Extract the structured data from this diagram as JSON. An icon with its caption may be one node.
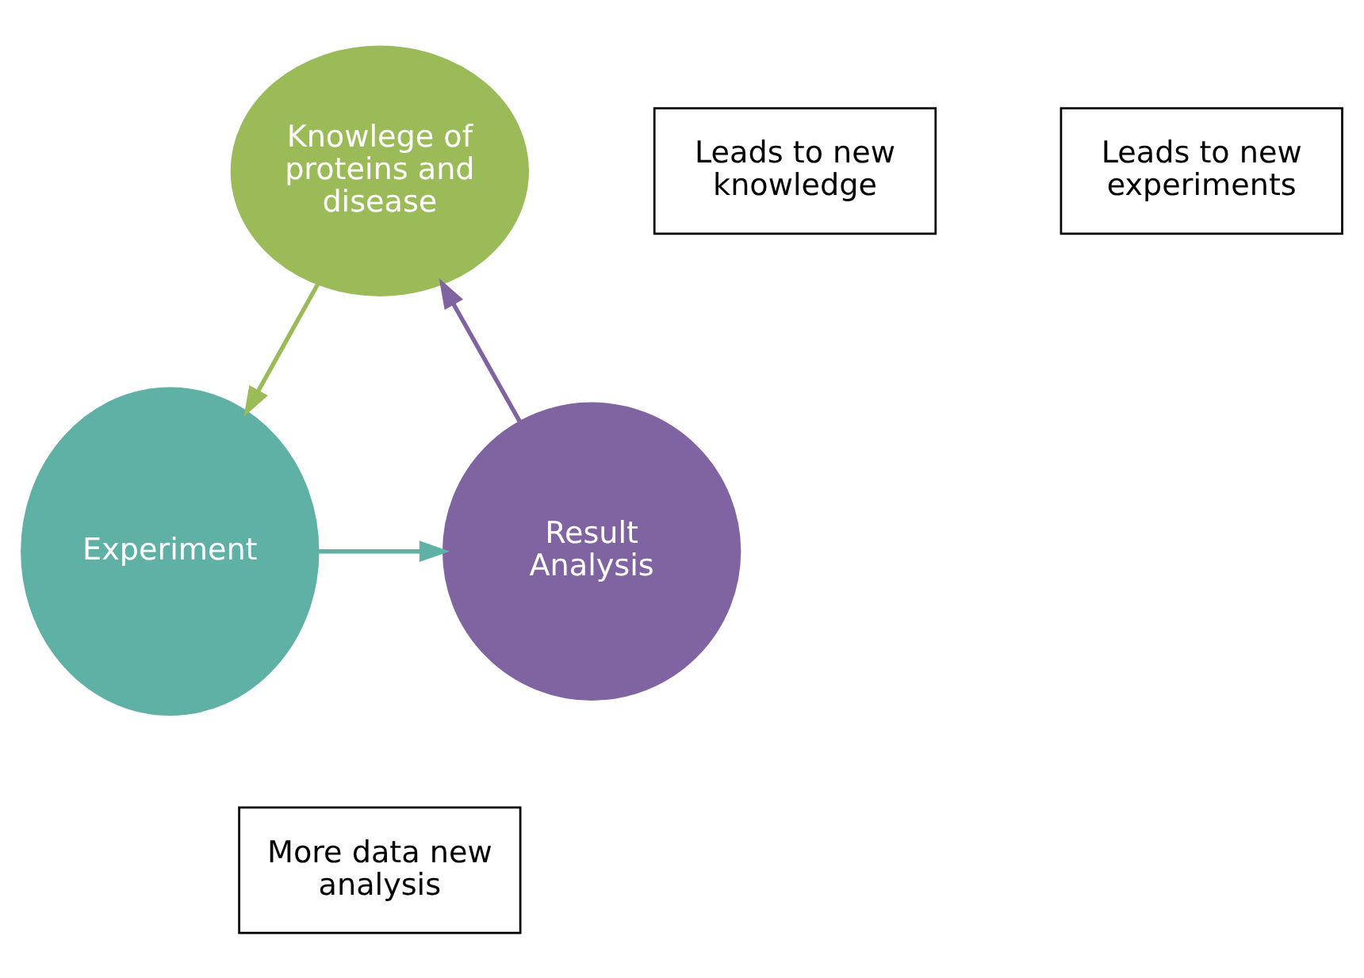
{
  "diagram": {
    "nodes": [
      {
        "text": [
          "Knowlege of proteins and disease"
        ]
      },
      {
        "text": [
          "Leads to new knowledge"
        ]
      },
      {
        "text": [
          "Leads to new experiments"
        ]
      },
      {
        "text": [
          "Result Analysis"
        ]
      },
      {
        "text": [
          "Experiment"
        ]
      },
      {
        "text": [
          "More data new analysis"
        ]
      }
    ],
    "edges": [
      {
        "from": 0,
        "to": 4,
        "arrow": "to",
        "color": "#9bbb59"
      },
      {
        "from": 4,
        "to": 3,
        "arrow": "to",
        "color": "#5fb0a5"
      },
      {
        "from": 3,
        "to": 0,
        "arrow": "to",
        "color": "#8064a2"
      }
    ]
  }
}
